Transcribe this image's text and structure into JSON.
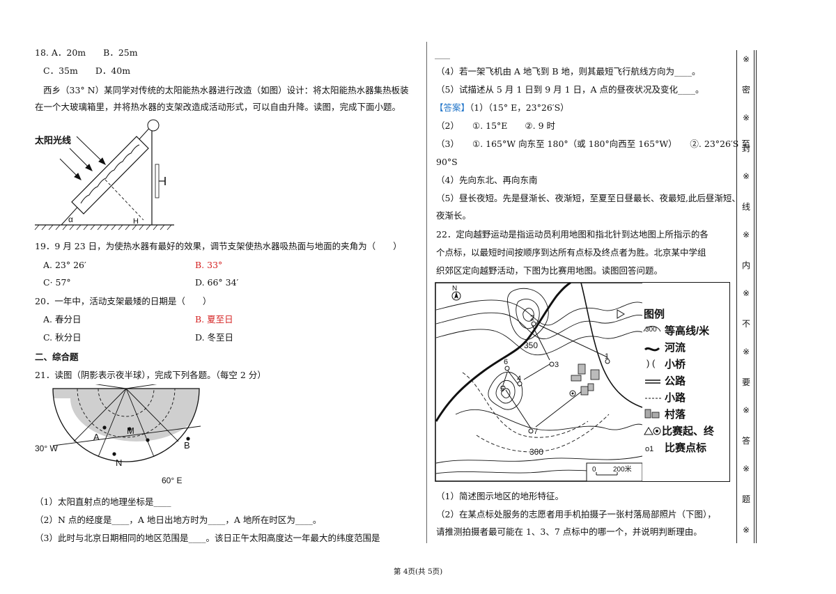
{
  "left": {
    "q18": {
      "line1": "18. A．20m　　B．25m",
      "line2": "C．35m　　D．40m"
    },
    "intro": {
      "line1": "西乡（33° N）某同学对传统的太阳能热水器进行改造（如图）设计：将太阳能热水器集热板装",
      "line2": "在一个大玻璃箱里，并将热水器的支架改造成活动形式，可以自由升降。读图，完成下面小题。"
    },
    "fig1": {
      "sun_label": "太阳光线",
      "alpha": "α",
      "h": "H"
    },
    "q19": {
      "stem": "19．9 月 23 日，为使热水器有最好的效果，调节支架使热水器吸热面与地面的夹角为（　　）",
      "a": "A. 23° 26′",
      "b": "B. 33°",
      "c": "C· 57°",
      "d": "D. 66° 34′"
    },
    "q20": {
      "stem": "20．一年中，活动支架最矮的日期是（　　）",
      "a": "A. 春分日",
      "b": "B. 夏至日",
      "c": "C. 秋分日",
      "d": "D. 冬至日"
    },
    "section": "二、综合题",
    "q21": {
      "stem": "21．读图（阴影表示夜半球），完成下列各题。（每空 2 分）",
      "sub1": "（1）太阳直射点的地理坐标是____",
      "sub2": "（2）N 点的经度是____，A 地日出地方时为____，A 地所在时区为____。",
      "sub3": "（3）此时与北京日期相同的地区范围是____。该日正午太阳高度达一年最大的纬度范围是"
    },
    "fig2": {
      "a": "A",
      "m": "M",
      "b": "B",
      "n": "N",
      "w30": "30° W",
      "e60": "60° E"
    }
  },
  "right": {
    "dash": "____",
    "sub4": "（4）若一架飞机由 A 地飞到 B 地，则其最短飞行航线方向为____。",
    "sub5": "（5）试描述从 5 月 1 日到 9 月 1 日，A 点的昼夜状况及变化____。",
    "answer": {
      "tag": "【答案】",
      "a1": "（1）（15° E，23°26′S）",
      "a2_no": "（2）",
      "a2": "①. 15°E　　②. 9 时",
      "a3_no": "（3）",
      "a3": "①. 165°W 向东至 180°（或 180°向西至 165°W）　　②. 23°26′S 至",
      "a3_cont": "90°S",
      "a4": "（4）先向东北、再向东南",
      "a5": "（5）昼长夜短。先是昼渐长、夜渐短，至夏至日昼最长、夜最短,此后昼渐短、",
      "a5_cont": "夜渐长。"
    },
    "q22": {
      "line1": "22．定向越野运动是指运动员利用地图和指北针到达地图上所指示的各",
      "line2": "个点标，以最短时间按顺序到达所有点标及终点者为胜。北京某中学组",
      "line3": "织郊区定向越野活动，下图为比赛用地图。读图回答问题。",
      "sub1": "（1）简述图示地区的地形特征。",
      "sub2_line1": "（2）在某点标处服务的志愿者用手机拍摄子一张村落局部照片（下图），",
      "sub2_line2": "请推测拍摄者最可能在 1、3、7 点标中的哪一个，并说明判断理由。"
    },
    "map": {
      "north": "N",
      "c350": "350",
      "c300_main": "300",
      "p1": "1",
      "p2": "2",
      "p3": "3",
      "p4": "4",
      "p5": "5",
      "p6": "6",
      "p7": "7",
      "legend_title": "图例",
      "legend_300": "300",
      "legend_contour": "等高线/米",
      "legend_river": "河流",
      "legend_bridge": "小桥",
      "legend_road": "公路",
      "legend_path": "小路",
      "legend_village": "村落",
      "legend_startend": "比赛起、终",
      "legend_point": "比赛点标",
      "scale_0": "0",
      "scale_200": "200米"
    }
  },
  "footer": "第 4页(共 5页)",
  "seal": [
    "※",
    "密",
    "※",
    "封",
    "※",
    "线",
    "※",
    "内",
    "※",
    "不",
    "※",
    "要",
    "※",
    "答",
    "※",
    "题",
    "※"
  ]
}
